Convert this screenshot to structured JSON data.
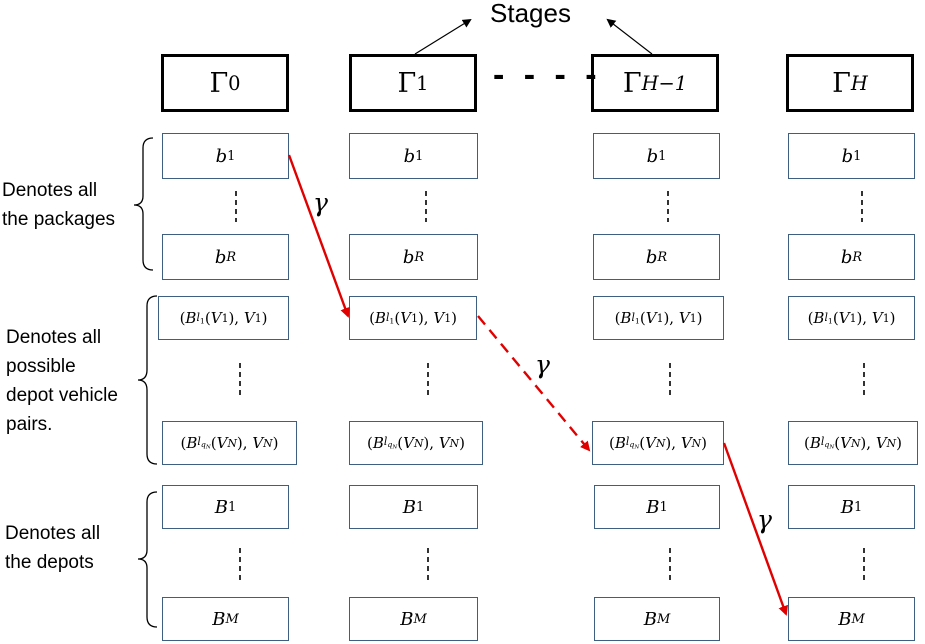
{
  "title": "Stages",
  "stages": [
    {
      "base": "Γ",
      "sub": "0"
    },
    {
      "base": "Γ",
      "sub": "1"
    },
    {
      "base": "Γ",
      "sub": "H−1"
    },
    {
      "base": "Γ",
      "sub": "H"
    }
  ],
  "ellipsis": "- - - -",
  "labels": {
    "packages": [
      "Denotes all",
      "the packages"
    ],
    "pairs": [
      "Denotes all",
      "possible",
      "depot vehicle",
      "pairs."
    ],
    "depots": [
      "Denotes all",
      "the depots"
    ]
  },
  "cells": {
    "package_first": {
      "base": "b",
      "sub": "1"
    },
    "package_last": {
      "base": "b",
      "sub": "R"
    },
    "pair_first": {
      "open": "(",
      "B": "B",
      "l": "l",
      "l_sub": "1",
      "arg_open": "(",
      "V": "V",
      "v_sub": "1",
      "arg_close": "),",
      "V2": "V",
      "v2_sub": "1",
      "close": ")"
    },
    "pair_last": {
      "open": "(",
      "B": "B",
      "l": "l",
      "l_sub": "q",
      "l_subsub": "N",
      "arg_open": "(",
      "V": "V",
      "v_sub": "N",
      "arg_close": "),",
      "V2": "V",
      "v2_sub": "N",
      "close": ")"
    },
    "depot_first": {
      "base": "B",
      "sub": "1"
    },
    "depot_last": {
      "base": "B",
      "sub": "M"
    }
  },
  "gamma": "γ",
  "colors": {
    "transition": "#e00000",
    "box_border": "#3e5f80",
    "stage_border": "#000000"
  }
}
